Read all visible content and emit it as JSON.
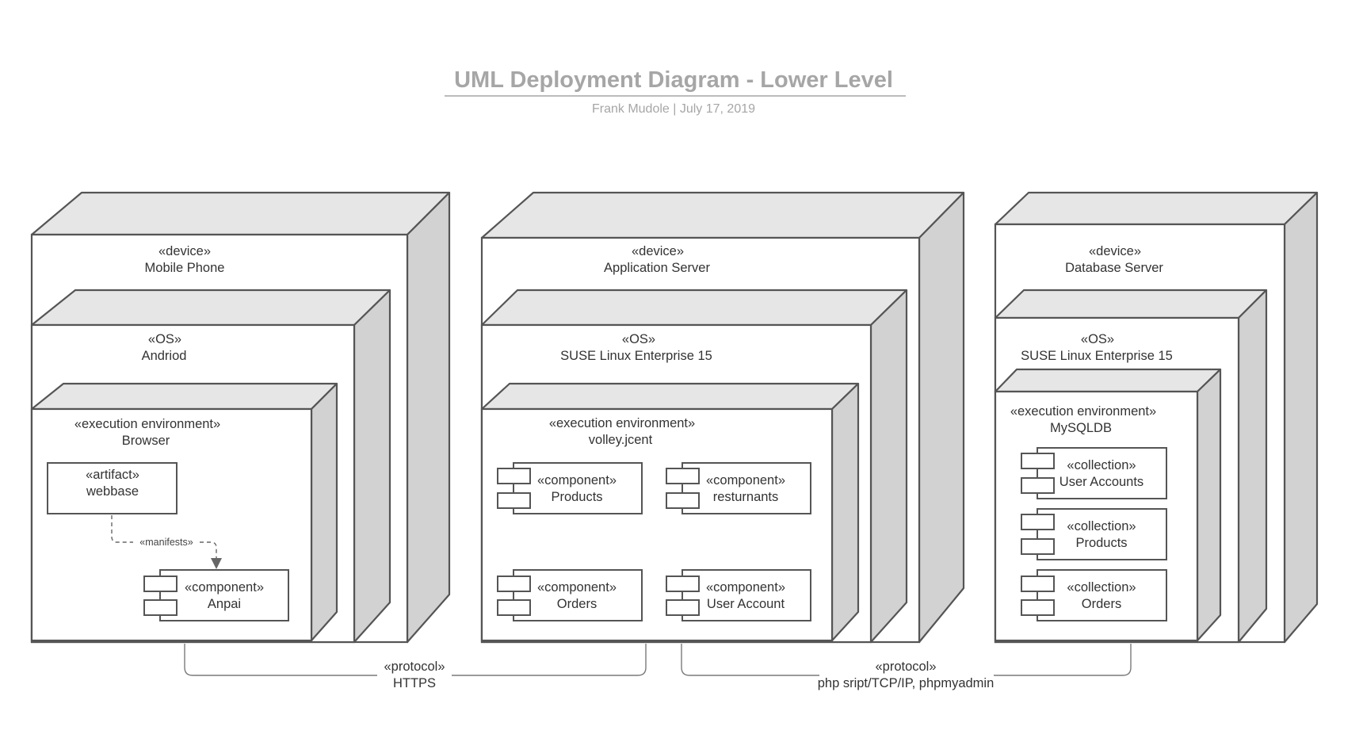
{
  "header": {
    "title": "UML Deployment Diagram - Lower Level",
    "subtitle": "Frank Mudole  |  July 17, 2019"
  },
  "nodes": {
    "mobile": {
      "device": {
        "stereotype": "«device»",
        "name": "Mobile Phone"
      },
      "os": {
        "stereotype": "«OS»",
        "name": "Andriod"
      },
      "env": {
        "stereotype": "«execution environment»",
        "name": "Browser"
      },
      "artifact": {
        "stereotype": "«artifact»",
        "name": "webbase"
      },
      "manifests": "«manifests»",
      "component": {
        "stereotype": "«component»",
        "name": "Anpai"
      }
    },
    "app": {
      "device": {
        "stereotype": "«device»",
        "name": "Application Server"
      },
      "os": {
        "stereotype": "«OS»",
        "name": "SUSE Linux Enterprise 15"
      },
      "env": {
        "stereotype": "«execution environment»",
        "name": "volley.jcent"
      },
      "components": [
        {
          "stereotype": "«component»",
          "name": "Products"
        },
        {
          "stereotype": "«component»",
          "name": "resturnants"
        },
        {
          "stereotype": "«component»",
          "name": "Orders"
        },
        {
          "stereotype": "«component»",
          "name": "User Account"
        }
      ]
    },
    "db": {
      "device": {
        "stereotype": "«device»",
        "name": "Database Server"
      },
      "os": {
        "stereotype": "«OS»",
        "name": "SUSE Linux Enterprise 15"
      },
      "env": {
        "stereotype": "«execution environment»",
        "name": "MySQLDB"
      },
      "collections": [
        {
          "stereotype": "«collection»",
          "name": "User Accounts"
        },
        {
          "stereotype": "«collection»",
          "name": "Products"
        },
        {
          "stereotype": "«collection»",
          "name": "Orders"
        }
      ]
    }
  },
  "connections": [
    {
      "stereotype": "«protocol»",
      "name": "HTTPS"
    },
    {
      "stereotype": "«protocol»",
      "name": "php sript/TCP/IP, phpmyadmin"
    }
  ],
  "colors": {
    "title": "#a6a6a6",
    "node_top": "#e6e6e6",
    "node_side": "#d2d2d2",
    "stroke": "#555555",
    "text": "#333333"
  }
}
